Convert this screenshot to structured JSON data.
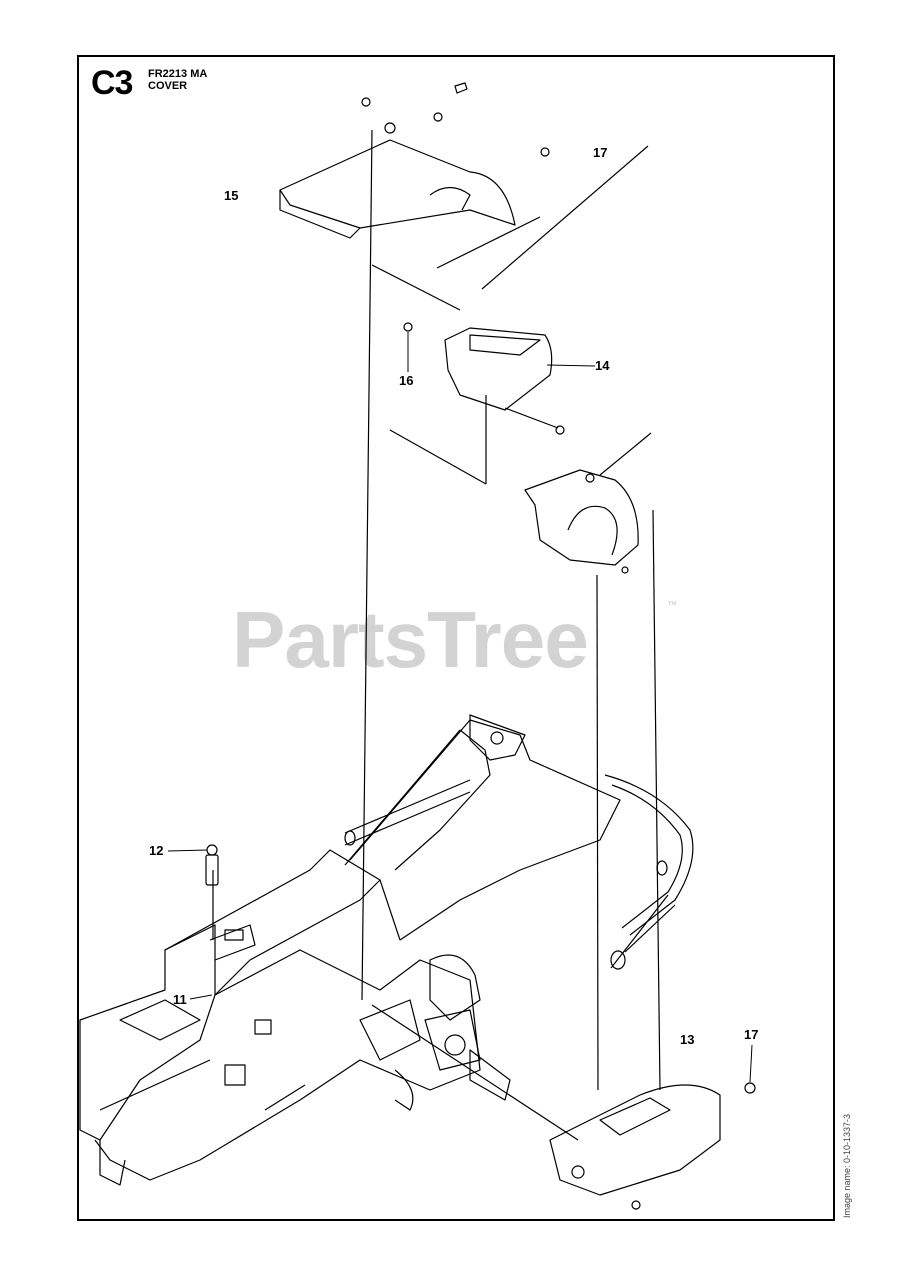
{
  "header": {
    "section_code": "C3",
    "model": "FR2213 MA",
    "title": "COVER"
  },
  "watermark": {
    "text": "PartsTree",
    "trademark": "™",
    "color": "#d3d3d3"
  },
  "side_code": "Image name: 0-10-1337-3",
  "callouts": [
    {
      "id": "c17a",
      "label": "17"
    },
    {
      "id": "c15",
      "label": "15"
    },
    {
      "id": "c14",
      "label": "14"
    },
    {
      "id": "c16",
      "label": "16"
    },
    {
      "id": "c12",
      "label": "12"
    },
    {
      "id": "c11",
      "label": "11"
    },
    {
      "id": "c13",
      "label": "13"
    },
    {
      "id": "c17b",
      "label": "17"
    }
  ]
}
